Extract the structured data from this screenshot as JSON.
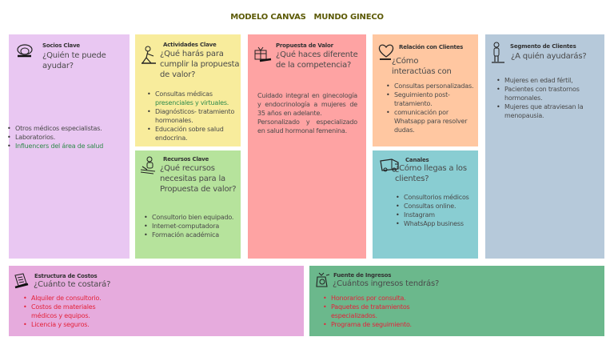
{
  "title": "MODELO CANVAS   MUNDO GINECO",
  "colors": {
    "socios": "#e9c7f2",
    "actividades": "#f8ec9c",
    "recursos": "#b6e39c",
    "propuesta": "#fea3a3",
    "relacion": "#ffc7a1",
    "canales": "#89cdd2",
    "segmento": "#b6c9da",
    "costos": "#e6abdd",
    "ingresos": "#6bb88c",
    "title": "#5c5a06",
    "accent_green": "#2f8a4a",
    "accent_red": "#e3223a"
  },
  "socios": {
    "label": "Socios Clave",
    "question": "¿Quién te puede ayudar?",
    "icon": "chain-link-icon",
    "items": [
      "Otros médicos especialistas.",
      "Laboratorios.",
      "Influencers del área de salud"
    ]
  },
  "actividades": {
    "label": "Actividades Clave",
    "question": "¿Qué harás para cumplir la propuesta de valor?",
    "icon": "worker-icon",
    "items": [
      {
        "prefix": "Consultas médicas ",
        "highlight": "presenciales y virtuales."
      },
      {
        "text": " Diagnósticos- tratamiento hormonales."
      },
      {
        "text": "Educación sobre salud endocrina."
      }
    ]
  },
  "recursos": {
    "label": "Recursos Clave",
    "question": "¿Qué recursos necesitas para la Propuesta de valor?",
    "icon": "person-at-desk-icon",
    "items": [
      "Consultorio bien equipado.",
      "Internet-computadora",
      "Formación académica"
    ]
  },
  "propuesta": {
    "label": "Propuesta de Valor",
    "question": "¿Qué haces diferente de la competencia?",
    "icon": "gift-box-icon",
    "paragraphs": [
      "Cuidado integral en ginecología y endocrinología a mujeres de 35 años en adelante.",
      "Personalizado y especializado en salud hormonal femenina."
    ]
  },
  "relacion": {
    "label": "Relación con Clientes",
    "question": "¿Cómo interactúas con",
    "icon": "heart-icon",
    "items": [
      "Consultas personalizadas.",
      " Seguimiento post-tratamiento.",
      "comunicación por Whatsapp para resolver dudas."
    ]
  },
  "canales": {
    "label": "Canales",
    "question": "¿Cómo llegas a los clientes?",
    "icon": "truck-icon",
    "items": [
      "Consultorios médicos",
      "Consultas online.",
      "Instagram",
      "WhatsApp business"
    ]
  },
  "segmento": {
    "label": "Segmento de Clientes",
    "question": "¿A quién ayudarás?",
    "icon": "person-standing-icon",
    "items": [
      "Mujeres en edad fértil,",
      " Pacientes con trastornos hormonales.",
      "Mujeres que atraviesan la menopausia."
    ]
  },
  "costos": {
    "label": "Estructura de Costos",
    "question": "¿Cuánto te costará?",
    "icon": "receipt-icon",
    "items": [
      "Alquiler de consultorio.",
      "Costos de materiales médicos y equipos.",
      "Licencia y seguros."
    ]
  },
  "ingresos": {
    "label": "Fuente de Ingresos",
    "question": "¿Cuántos ingresos tendrás?",
    "icon": "money-bag-icon",
    "items": [
      "Honorarios por consulta.",
      "Paquetes de tratamientos especializados.",
      "Programa de seguimiento."
    ]
  }
}
